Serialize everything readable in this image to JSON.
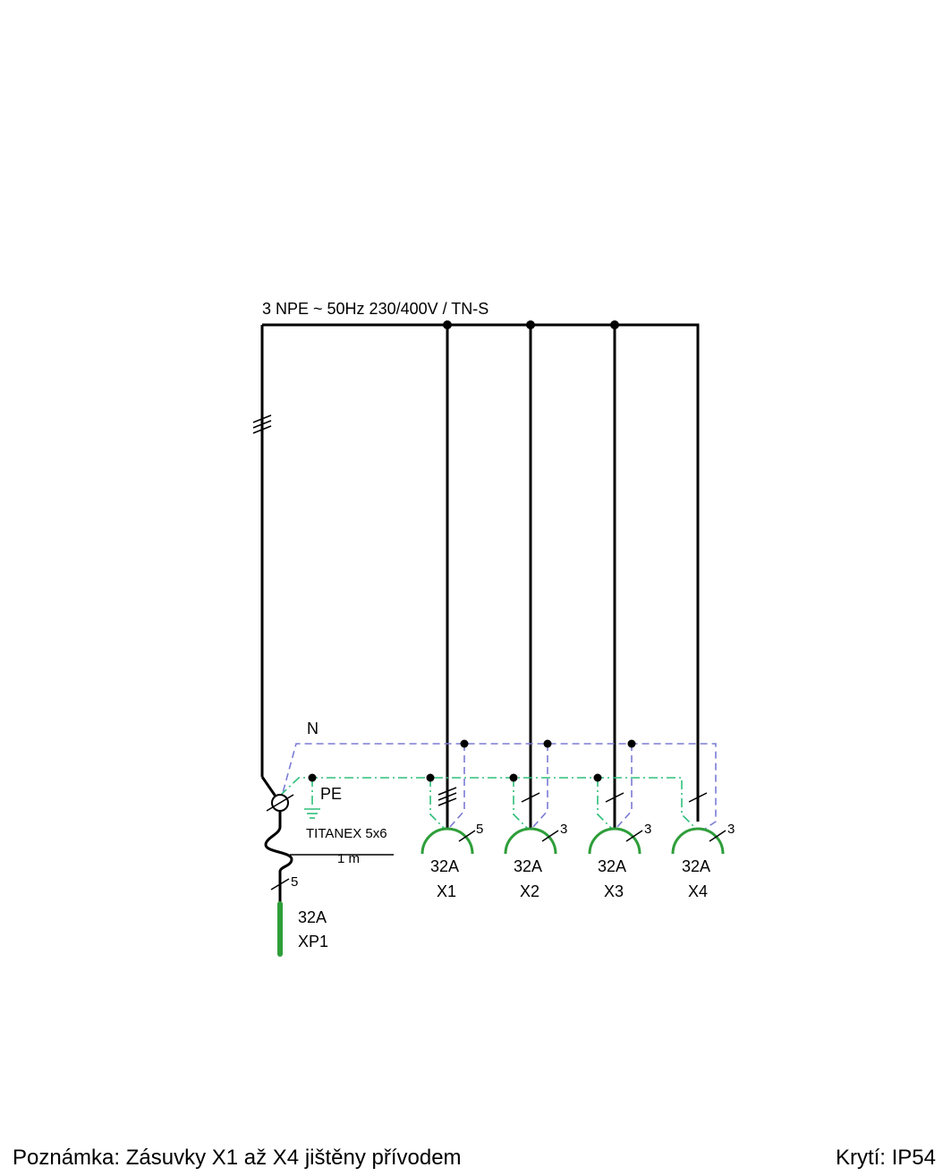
{
  "supply_label": "3 NPE ~ 50Hz  230/400V / TN-S",
  "neutral_label": "N",
  "pe_label": "PE",
  "cable": {
    "type": "TITANEX 5x6",
    "length": "1 m"
  },
  "inlet": {
    "rating": "32A",
    "designation": "XP1",
    "conductors": "5"
  },
  "sockets": [
    {
      "rating": "32A",
      "designation": "X1",
      "conductors": "5"
    },
    {
      "rating": "32A",
      "designation": "X2",
      "conductors": "3"
    },
    {
      "rating": "32A",
      "designation": "X3",
      "conductors": "3"
    },
    {
      "rating": "32A",
      "designation": "X4",
      "conductors": "3"
    }
  ],
  "footer": {
    "note": "Poznámka: Zásuvky X1 až X4 jištěny přívodem",
    "protection": "Krytí: IP54"
  },
  "colors": {
    "phase": "#000000",
    "neutral": "#7b7bd6",
    "pe": "#2fbf7a",
    "socket": "#2e9e3a"
  }
}
